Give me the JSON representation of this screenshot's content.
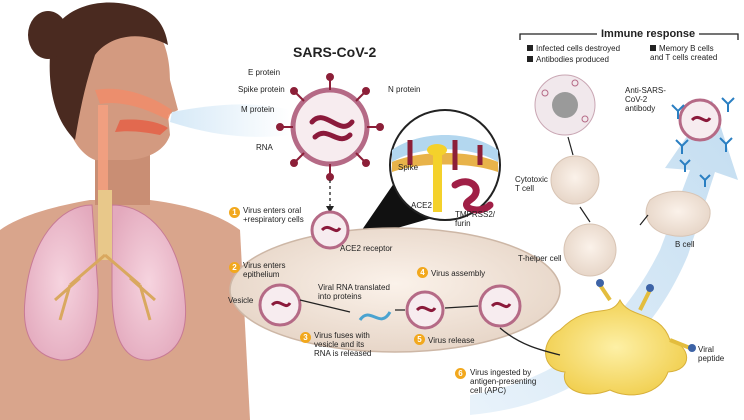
{
  "title": "SARS-CoV-2",
  "virus_parts": {
    "e_protein": "E protein",
    "spike_protein": "Spike protein",
    "m_protein": "M protein",
    "rna": "RNA",
    "n_protein": "N protein"
  },
  "zoom_labels": {
    "spike": "Spike",
    "ace2": "ACE2",
    "tmprss2": "TMPRSS2/\nfurin"
  },
  "steps": [
    {
      "n": "1",
      "text": "Virus enters oral\n+respiratory cells"
    },
    {
      "n": "2",
      "text": "Virus enters\nepithelium"
    },
    {
      "n": "3",
      "text": "Virus fuses with\nvesicle and its\nRNA is released"
    },
    {
      "n": "4",
      "text": "Virus assembly"
    },
    {
      "n": "5",
      "text": "Virus release"
    },
    {
      "n": "6",
      "text": "Virus ingested by\nantigen-presenting\ncell (APC)"
    }
  ],
  "cell_labels": {
    "ace2_receptor": "ACE2 receptor",
    "viral_rna": "Viral RNA translated\ninto proteins",
    "vesicle": "Vesicle",
    "cytotoxic": "Cytotoxic\nT cell",
    "t_helper": "T-helper cell",
    "b_cell": "B cell",
    "antibody": "Anti-SARS-\nCoV-2\nantibody",
    "viral_peptide": "Viral\npeptide"
  },
  "immune": {
    "heading": "Immune response",
    "left_items": [
      "Infected cells destroyed",
      "Antibodies produced"
    ],
    "right_items": [
      "Memory B cells\nand T cells created"
    ]
  },
  "colors": {
    "skin": "#c98e74",
    "hair": "#4a2a20",
    "lung": "#e9b8c9",
    "virus_membrane": "#b56a86",
    "spike": "#8c1f38",
    "rna": "#8b1a3b",
    "cell": "#efe3d9",
    "step_badge": "#f2a81d",
    "arrow_blue": "#cfe4f5"
  }
}
